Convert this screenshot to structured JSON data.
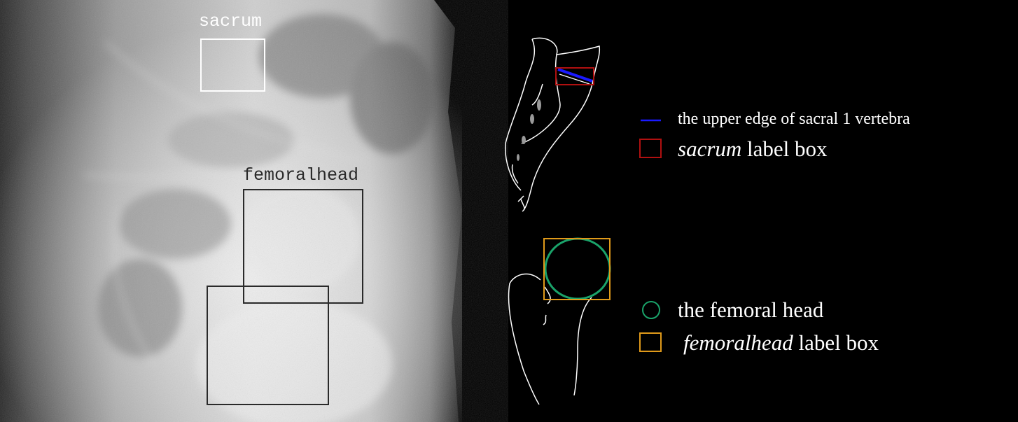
{
  "xray": {
    "labels": {
      "sacrum": "sacrum",
      "femoralhead": "femoralhead"
    }
  },
  "legend": {
    "sacral_line": "the upper edge of sacral 1 vertebra",
    "sacrum_box_italic": "sacrum",
    "sacrum_box_rest": "label box",
    "femoral_head": "the femoral head",
    "femoralhead_box_italic": "femoralhead",
    "femoralhead_box_rest": "label box"
  },
  "colors": {
    "background": "#000000",
    "sacrum_box_xray": "#ffffff",
    "femoralhead_box_xray": "#222222",
    "sacral_line": "#1a1aff",
    "sacrum_label_box": "#b01010",
    "femoral_head_circle": "#1aa36a",
    "femoralhead_label_box": "#e09a1a",
    "outline": "#ffffff"
  }
}
